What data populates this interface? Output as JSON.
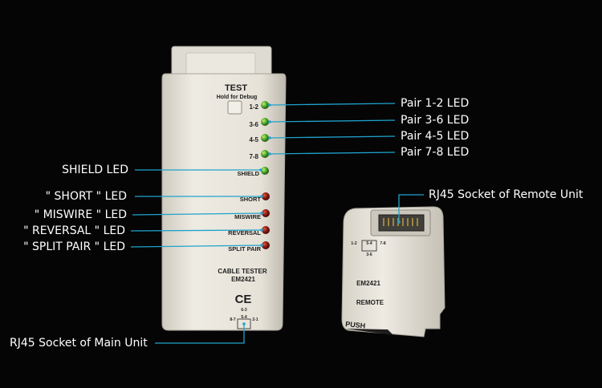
{
  "colors": {
    "background": "#050506",
    "leader_line": "#1fa3cc",
    "device_body": "#e9e6dd",
    "led_green": "#4ea82a",
    "led_red": "#8c1a12"
  },
  "main_unit": {
    "test_label": "TEST",
    "test_sublabel": "Hold for Debug",
    "pair_labels": [
      "1-2",
      "3-6",
      "4-5",
      "7-8"
    ],
    "shield_label": "SHIELD",
    "fault_labels": [
      "SHORT",
      "MISWIRE",
      "REVERSAL",
      "SPLIT PAIR"
    ],
    "model_line1": "CABLE TESTER",
    "model_line2": "EM2421",
    "ce_mark": "CE",
    "socket_pin_labels": [
      "8-7",
      "5-4",
      "2-1",
      "6-3"
    ]
  },
  "remote_unit": {
    "model_line1": "EM2421",
    "model_line2": "REMOTE",
    "push_label": "PUSH",
    "pin_labels": [
      "1-2",
      "5-4",
      "3-6",
      "7-8"
    ]
  },
  "callouts": {
    "pair_12": "Pair 1-2 LED",
    "pair_36": "Pair 3-6 LED",
    "pair_45": "Pair 4-5 LED",
    "pair_78": "Pair 7-8 LED",
    "shield": "SHIELD LED",
    "short": "\" SHORT \" LED",
    "miswire": "\" MISWIRE \" LED",
    "reversal": "\" REVERSAL \" LED",
    "split_pair": "\" SPLIT PAIR \" LED",
    "remote_socket": "RJ45 Socket of Remote Unit",
    "main_socket": "RJ45 Socket of Main Unit"
  }
}
